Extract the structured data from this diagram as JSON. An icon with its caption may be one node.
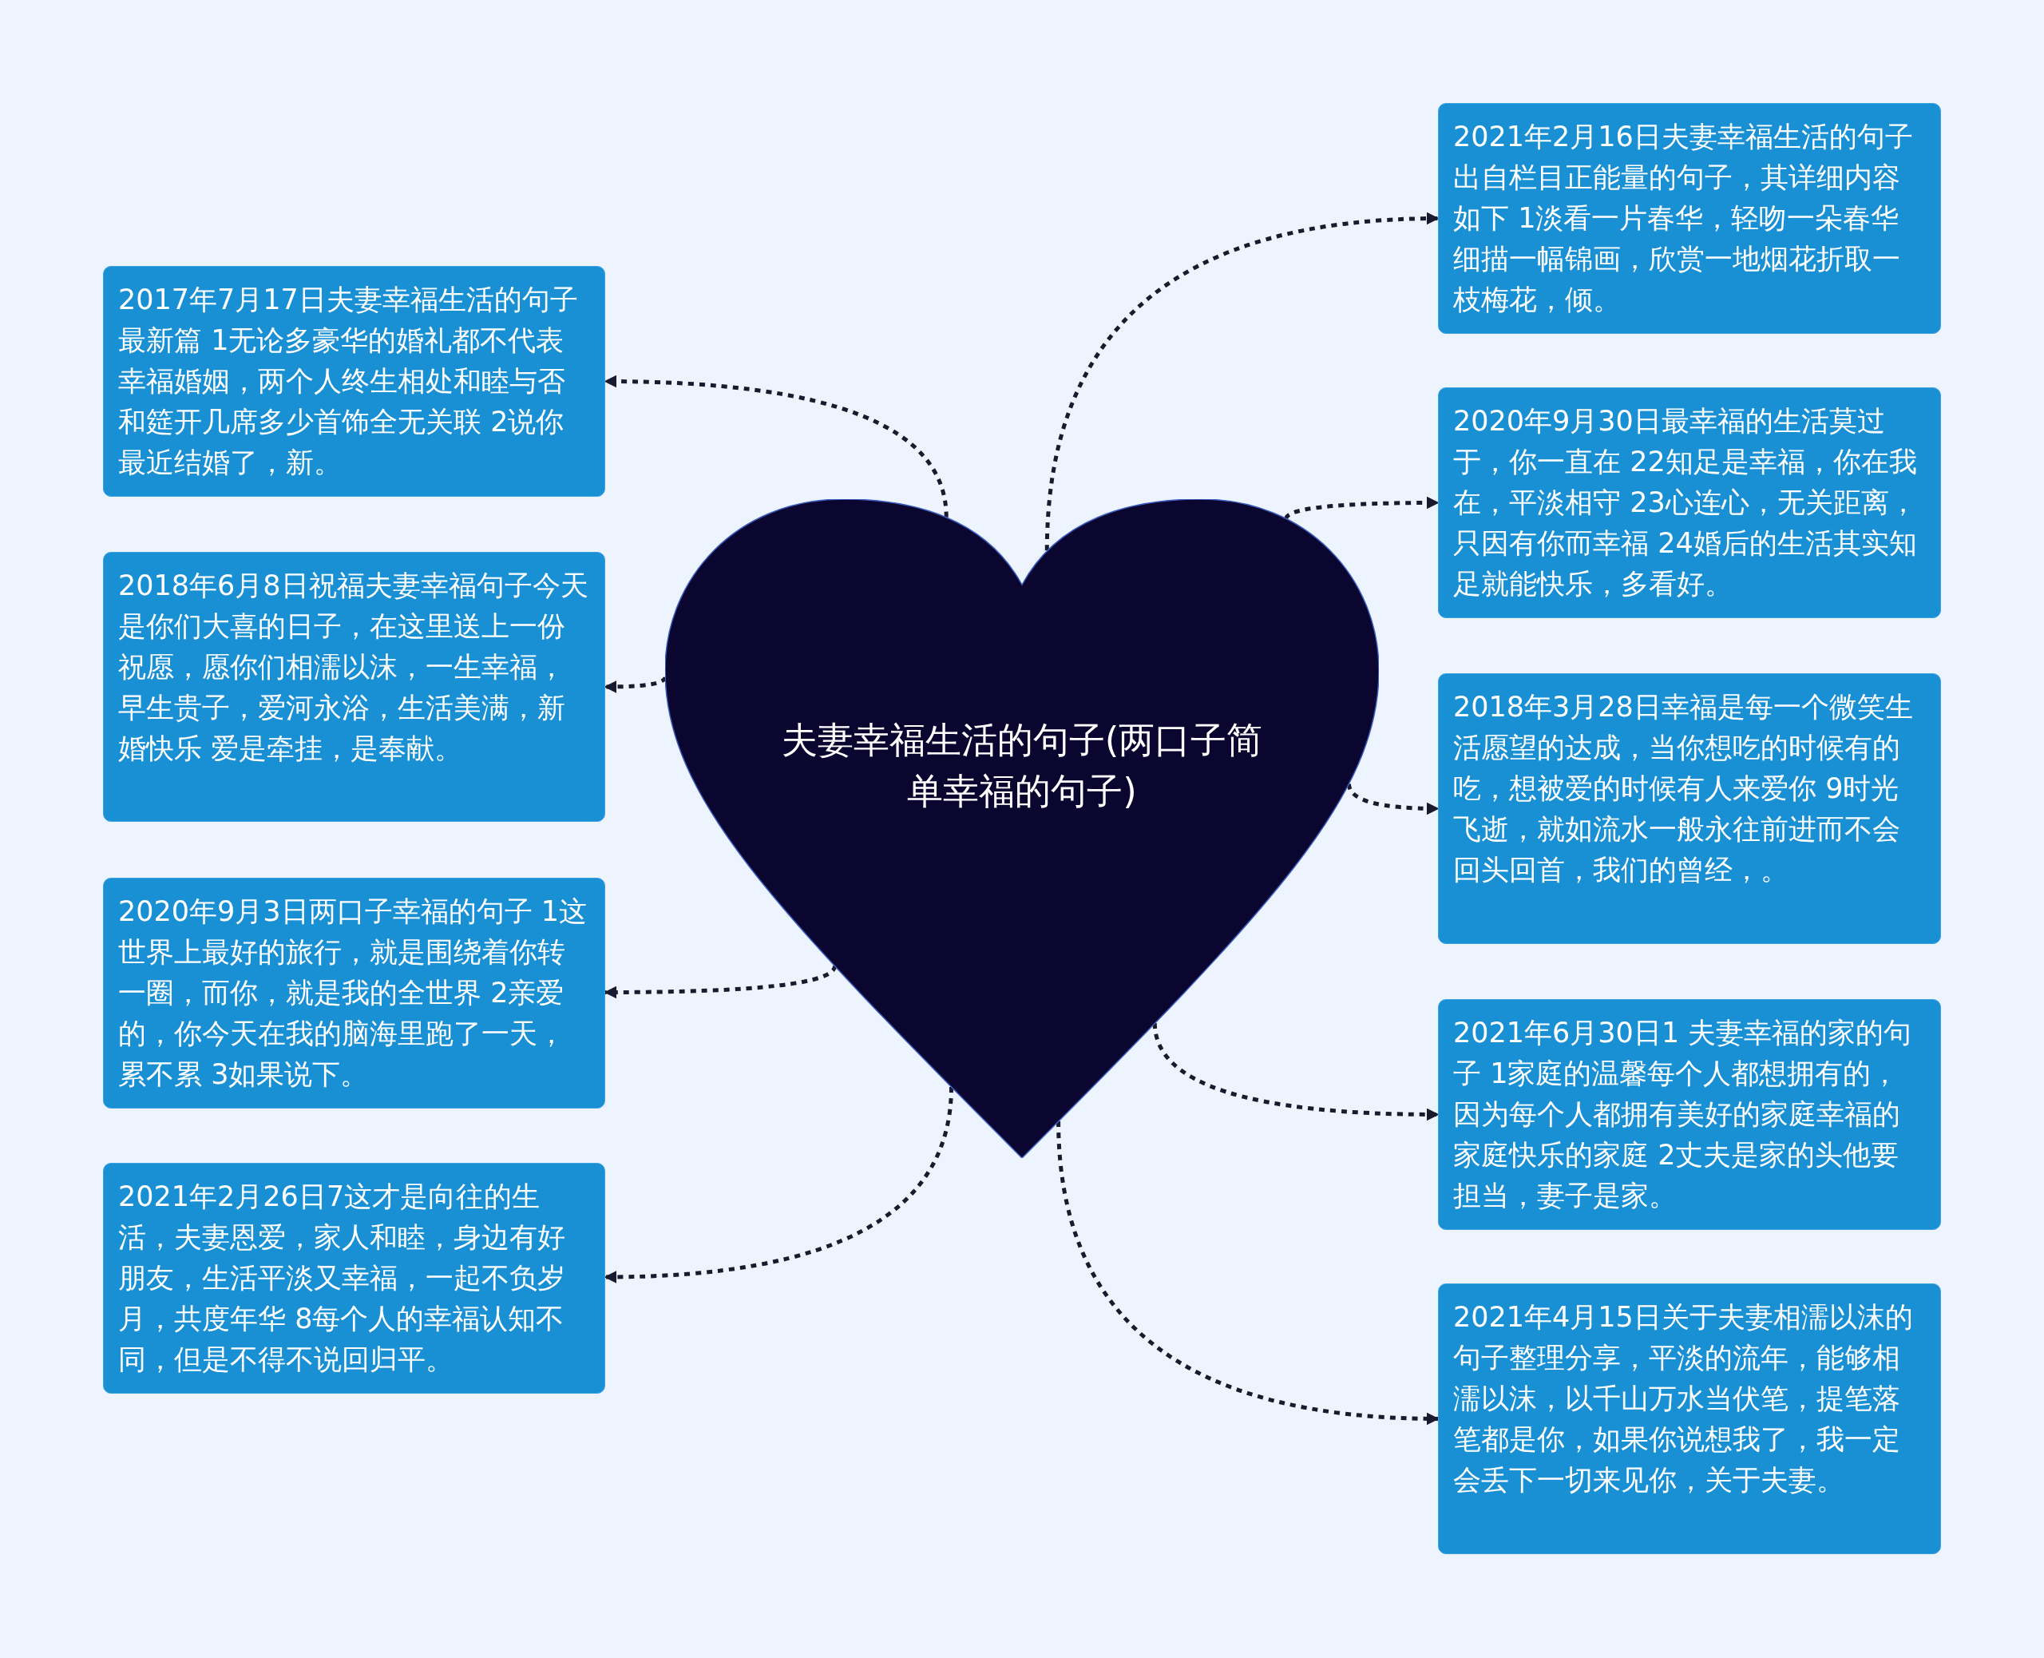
{
  "diagram": {
    "nodes": [
      {
        "text": [
          "夫妻幸福生活的句子(两口子简单幸福的句子)"
        ]
      },
      {
        "text": [
          "2017年7月17日夫妻幸福生活的句子最新篇 1无论多豪华的婚礼都不代表幸福婚姻，两个人终生相处和睦与否和筵开几席多少首饰全无关联 2说你最近结婚了，新。"
        ]
      },
      {
        "text": [
          "2018年6月8日祝福夫妻幸福句子今天是你们大喜的日子，在这里送上一份祝愿，愿你们相濡以沫，一生幸福，早生贵子，爱河永浴，生活美满，新婚快乐 爱是牵挂，是奉献。"
        ]
      },
      {
        "text": [
          "2020年9月3日两口子幸福的句子 1这世界上最好的旅行，就是围绕着你转一圈，而你，就是我的全世界 2亲爱的，你今天在我的脑海里跑了一天，累不累 3如果说下。"
        ]
      },
      {
        "text": [
          "2021年2月26日7这才是向往的生活，夫妻恩爱，家人和睦，身边有好朋友，生活平淡又幸福，一起不负岁月，共度年华 8每个人的幸福认知不同，但是不得不说回归平。"
        ]
      },
      {
        "text": [
          "2021年2月16日夫妻幸福生活的句子出自栏目正能量的句子，其详细内容如下 1淡看一片春华，轻吻一朵春华细描一幅锦画，欣赏一地烟花折取一枝梅花，倾。"
        ]
      },
      {
        "text": [
          "2020年9月30日最幸福的生活莫过于，你一直在 22知足是幸福，你在我在，平淡相守 23心连心，无关距离，只因有你而幸福 24婚后的生活其实知足就能快乐，多看好。"
        ]
      },
      {
        "text": [
          "2018年3月28日幸福是每一个微笑生活愿望的达成，当你想吃的时候有的吃，想被爱的时候有人来爱你 9时光飞逝，就如流水一般永往前进而不会回头回首，我们的曾经，。"
        ]
      },
      {
        "text": [
          "2021年6月30日1 夫妻幸福的家的句子 1家庭的温馨每个人都想拥有的，因为每个人都拥有美好的家庭幸福的家庭快乐的家庭 2丈夫是家的头他要担当，妻子是家。"
        ]
      },
      {
        "text": [
          "2021年4月15日关于夫妻相濡以沫的句子整理分享，平淡的流年，能够相濡以沫，以千山万水当伏笔，提笔落笔都是你，如果你说想我了，我一定会丢下一切来见你，关于夫妻。"
        ]
      }
    ],
    "edges": [
      {
        "from": 0,
        "to": 1,
        "arrow": "to"
      },
      {
        "from": 0,
        "to": 2,
        "arrow": "to"
      },
      {
        "from": 0,
        "to": 3,
        "arrow": "to"
      },
      {
        "from": 0,
        "to": 4,
        "arrow": "to"
      },
      {
        "from": 0,
        "to": 5,
        "arrow": "to"
      },
      {
        "from": 0,
        "to": 6,
        "arrow": "to"
      },
      {
        "from": 0,
        "to": 7,
        "arrow": "to"
      },
      {
        "from": 0,
        "to": 8,
        "arrow": "to"
      },
      {
        "from": 0,
        "to": 9,
        "arrow": "to"
      }
    ]
  }
}
